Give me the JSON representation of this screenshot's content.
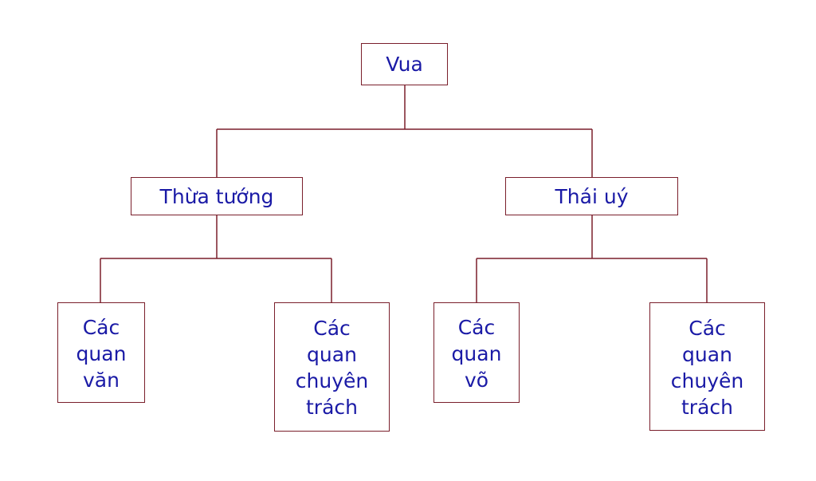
{
  "colors": {
    "line": "#7a1f2b",
    "text": "#1a1aa6"
  },
  "nodes": {
    "root": {
      "label": "Vua"
    },
    "chancellor": {
      "label": "Thừa tướng"
    },
    "commander": {
      "label": "Thái uý"
    },
    "civil": {
      "label": "Các\nquan\nvăn"
    },
    "civil_special": {
      "label": "Các\nquan\nchuyên\ntrách"
    },
    "military": {
      "label": "Các\nquan\nvõ"
    },
    "military_special": {
      "label": "Các\nquan\nchuyên\ntrách"
    }
  }
}
